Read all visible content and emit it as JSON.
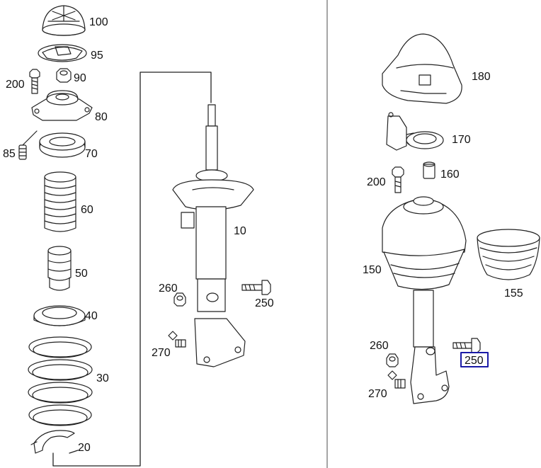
{
  "diagram": {
    "labels": {
      "p100": "100",
      "p95": "95",
      "p90": "90",
      "p200a": "200",
      "p80": "80",
      "p85": "85",
      "p70": "70",
      "p60": "60",
      "p50": "50",
      "p40": "40",
      "p30": "30",
      "p20": "20",
      "p10": "10",
      "p260a": "260",
      "p250a": "250",
      "p270a": "270",
      "p180": "180",
      "p170": "170",
      "p200b": "200",
      "p160": "160",
      "p150": "150",
      "p155": "155",
      "p260b": "260",
      "p270b": "270",
      "p250b": "250"
    },
    "highlighted_part": "250",
    "colors": {
      "line": "#222222",
      "highlight": "#1a1aa6",
      "background": "#ffffff"
    }
  }
}
